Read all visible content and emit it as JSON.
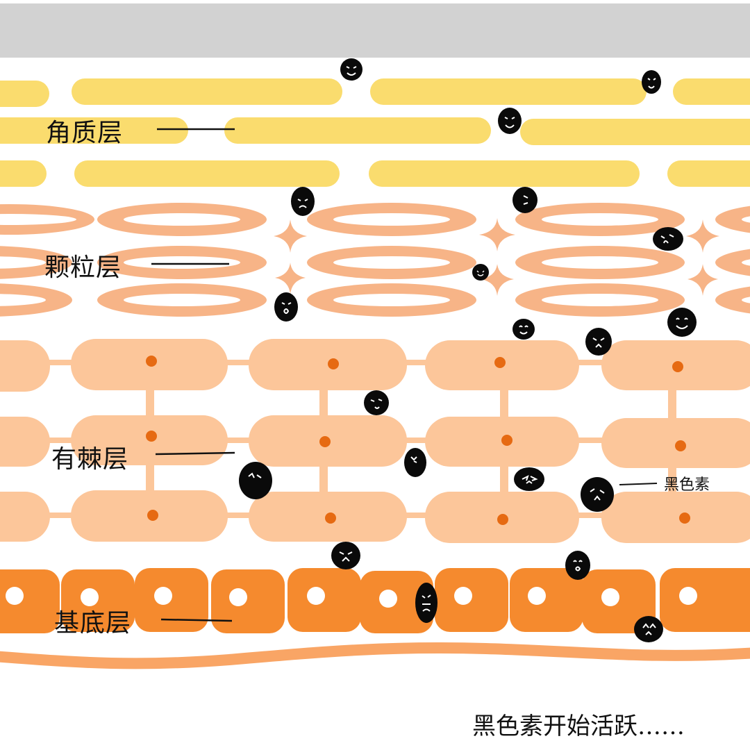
{
  "layers": {
    "stratum_corneum": {
      "label": "角质层",
      "color": "#FADC6E"
    },
    "stratum_granulosum": {
      "label": "颗粒层",
      "color": "#F7B487"
    },
    "stratum_spinosum": {
      "label": "有棘层",
      "color": "#FCC69A",
      "nucleus_color": "#E66A12"
    },
    "stratum_basale": {
      "label": "基底层",
      "color": "#F58A2E"
    }
  },
  "melanin": {
    "label": "黑色素",
    "color": "#0a0a0a"
  },
  "caption": "黑色素开始活跃……",
  "colors": {
    "top_band": "#D2D2D2",
    "wave": "#F9A565",
    "background": "#FFFFFF"
  }
}
